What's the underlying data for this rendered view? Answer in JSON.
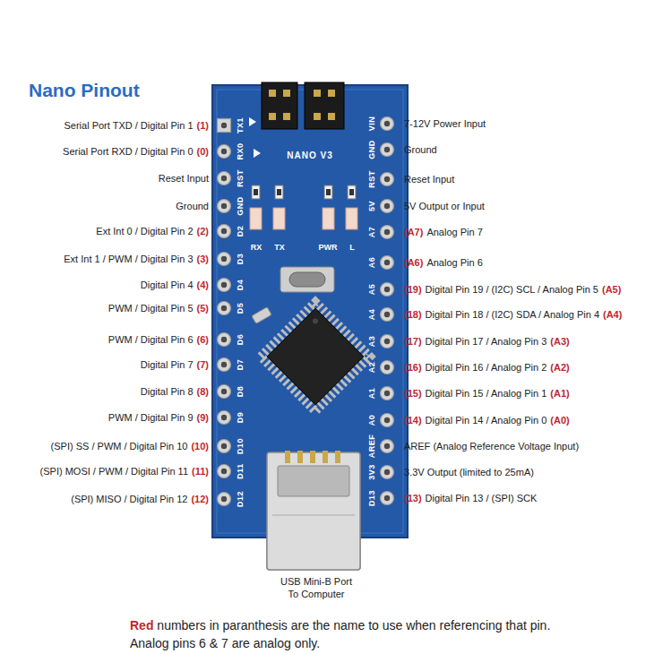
{
  "diagram": {
    "title": "Nano Pinout",
    "labels": [
      "Serial Port TXD / Digital Pin 1",
      "(1)",
      "Serial Port RXD / Digital Pin 0",
      "(0)",
      "Reset Input",
      "Ground",
      "Ext Int 0 / Digital Pin 2",
      "(2)",
      "Ext Int 1 / PWM / Digital Pin 3",
      "(3)",
      "Digital Pin 4",
      "(4)",
      "PWM / Digital Pin 5",
      "(5)",
      "PWM / Digital Pin 6",
      "(6)",
      "Digital Pin 7",
      "(7)",
      "Digital Pin 8",
      "(8)",
      "PWM / Digital Pin 9",
      "(9)",
      "(SPI) SS / PWM / Digital Pin 10",
      "(10)",
      "(SPI) MOSI / PWM / Digital Pin 11",
      "(11)",
      "(SPI) MISO / Digital Pin 12",
      "(12)",
      "7-12V Power Input",
      "Ground",
      "Reset Input",
      "5V Output or Input",
      "(A7)",
      "Analog Pin 7",
      "(A6)",
      "Analog Pin 6",
      "(19)",
      "Digital Pin 19 / (I2C) SCL / Analog Pin 5",
      "(A5)",
      "(18)",
      "Digital Pin 18 / (I2C) SDA / Analog Pin 4",
      "(A4)",
      "(17)",
      "Digital Pin 17 / Analog Pin 3",
      "(A3)",
      "(16)",
      "Digital Pin 16 / Analog Pin 2",
      "(A2)",
      "(15)",
      "Digital Pin 15 / Analog Pin 1",
      "(A1)",
      "(14)",
      "Digital Pin 14 / Analog Pin 0",
      "(A0)",
      "AREF (Analog Reference Voltage Input)",
      "3.3V Output (limited to 25mA)",
      "(13)",
      "Digital Pin 13 / (SPI) SCK",
      "TX1",
      "RX0",
      "RST",
      "GND",
      "D2",
      "D3",
      "D4",
      "D5",
      "D6",
      "D7",
      "D8",
      "D9",
      "D10",
      "D11",
      "D12",
      "VIN",
      "GND",
      "RST",
      "5V",
      "A7",
      "A6",
      "A5",
      "A4",
      "A3",
      "A2",
      "A1",
      "A0",
      "AREF",
      "3V3",
      "D13",
      "NANO V3",
      "RX",
      "TX",
      "PWR",
      "L",
      "USB Mini-B Port To Computer",
      "Red",
      "numbers in paranthesis are the name to use when referencing that pin.",
      "Analog pins 6 & 7 are analog only."
    ]
  }
}
